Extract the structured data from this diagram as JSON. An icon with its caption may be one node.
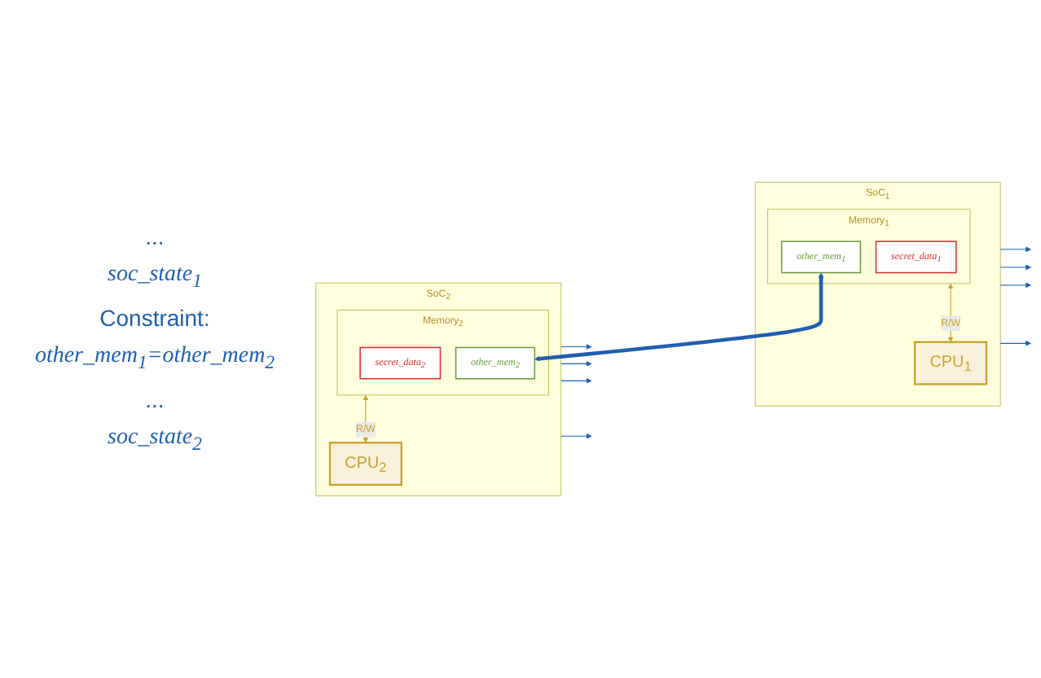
{
  "diagram": {
    "nodes": [
      {
        "text": [
          "SoC$_{1}$"
        ]
      },
      {
        "text": [
          "Memory$_{1}$"
        ],
        "in": 0
      },
      {
        "text": [
          "secret_data$_{1}$"
        ],
        "in": 1
      },
      {
        "text": [
          "other_mem$_{1}$"
        ],
        "in": 1
      },
      {
        "text": [
          "CPU$_{1}$"
        ],
        "in": 0
      },
      {
        "text": [
          "SoC$_{2}$"
        ]
      },
      {
        "text": [
          "Memory$_{2}$"
        ],
        "in": 5
      },
      {
        "text": [
          "secret_data$_{2}$"
        ],
        "in": 6
      },
      {
        "text": [
          "other_mem$_{2}$"
        ],
        "in": 6
      },
      {
        "text": [
          "CPU$_{2}$"
        ],
        "in": 5
      }
    ],
    "edges": [
      {
        "from": 1,
        "to": 4,
        "arrow": "both",
        "label": "R/W",
        "color": "#c9a227"
      },
      {
        "from": 0,
        "to": null,
        "arrow": "to"
      },
      {
        "from": 0,
        "to": null,
        "arrow": "to"
      },
      {
        "from": 0,
        "to": null,
        "arrow": "to"
      },
      {
        "from": 0,
        "to": null,
        "arrow": "to"
      },
      {
        "from": 3,
        "to": 8,
        "arrow": "both",
        "style": "thick"
      },
      {
        "from": 6,
        "to": 9,
        "arrow": "both",
        "label": "R/W",
        "color": "#c9a227"
      },
      {
        "from": 5,
        "to": null,
        "arrow": "to"
      },
      {
        "from": 5,
        "to": null,
        "arrow": "to"
      },
      {
        "from": 5,
        "to": null,
        "arrow": "to"
      },
      {
        "from": 5,
        "to": null,
        "arrow": "to"
      }
    ],
    "labels": [
      "...",
      "soc_state$_{1}$",
      "Constraint:",
      "other_mem$_{1}$=other_mem$_{2}$",
      "...",
      "soc_state$_{2}$"
    ]
  }
}
